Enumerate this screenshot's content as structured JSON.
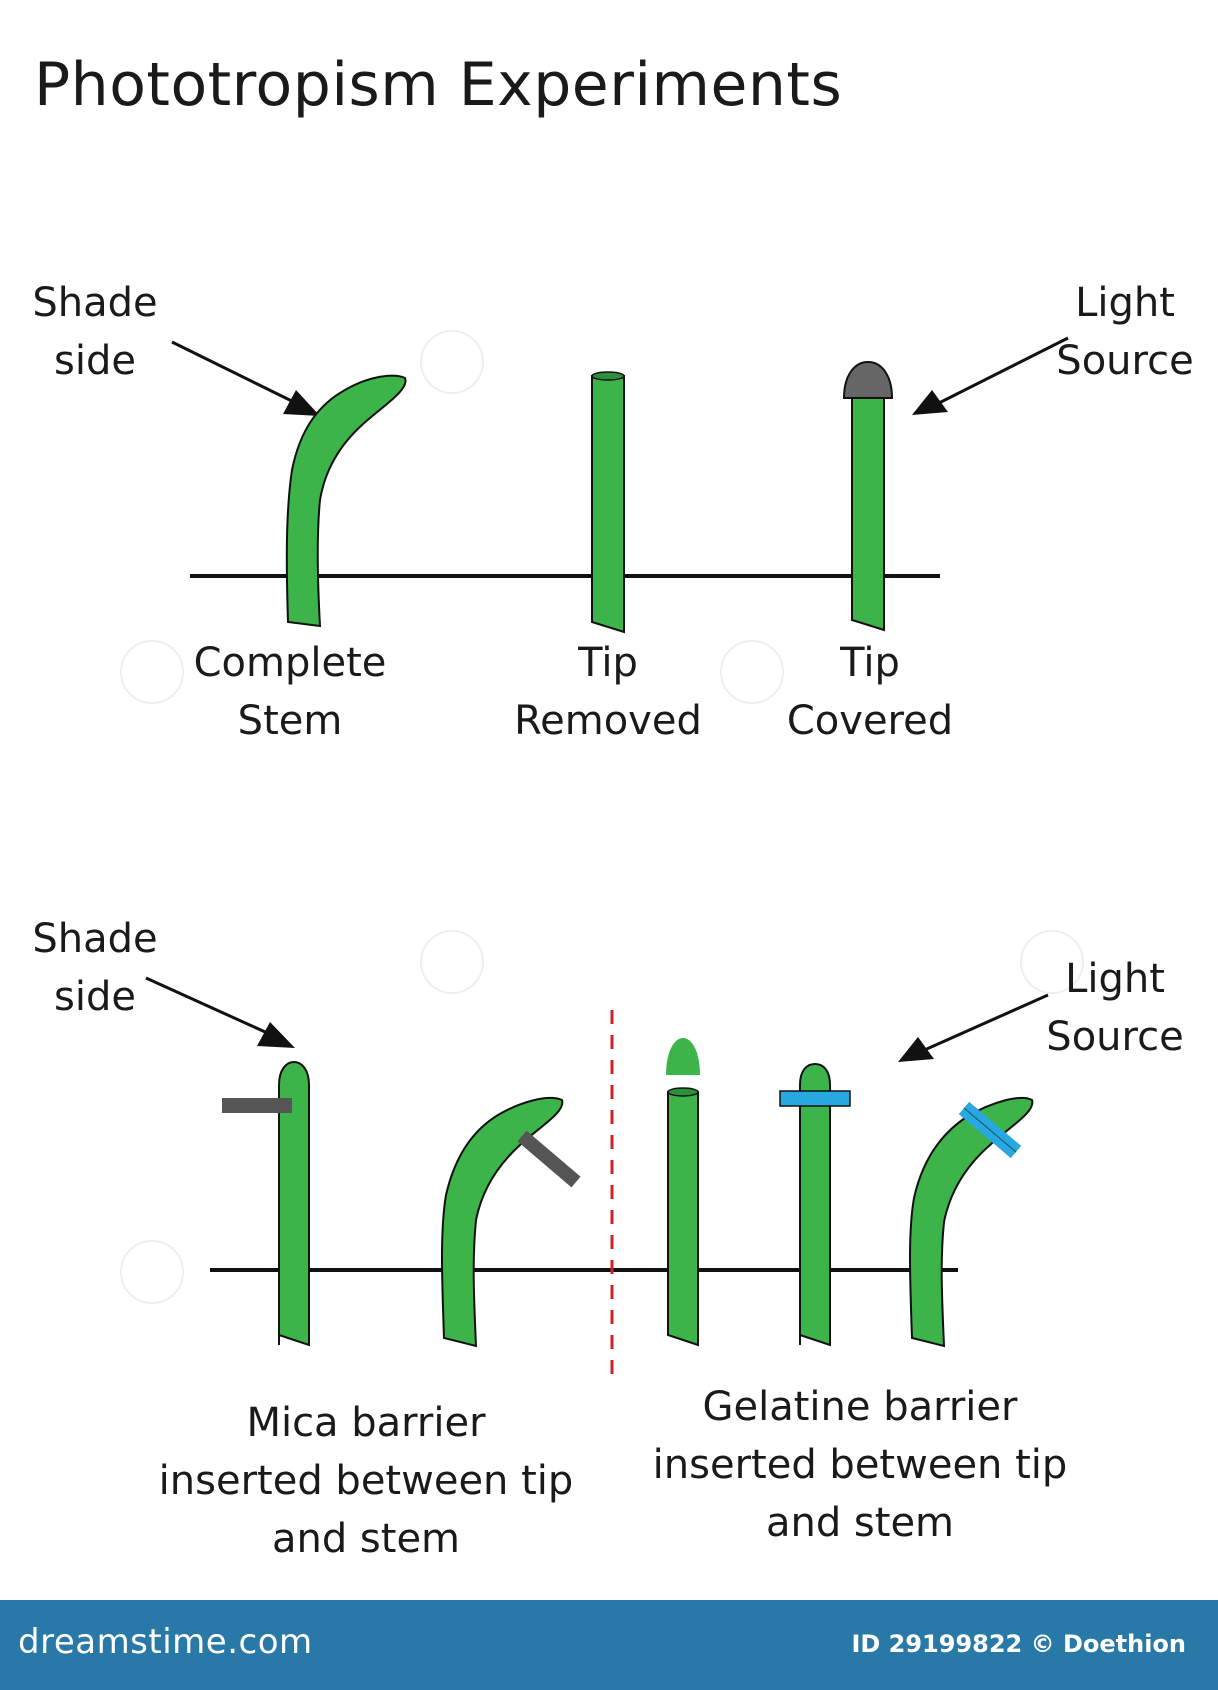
{
  "title": "Phototropism Experiments",
  "top_panel": {
    "shade_label": [
      "Shade",
      "side"
    ],
    "light_label": [
      "Light",
      "Source"
    ],
    "stems": [
      {
        "label": [
          "Complete",
          "Stem"
        ]
      },
      {
        "label": [
          "Tip",
          "Removed"
        ]
      },
      {
        "label": [
          "Tip",
          "Covered"
        ]
      }
    ]
  },
  "bottom_panel": {
    "shade_label": [
      "Shade",
      "side"
    ],
    "light_label": [
      "Light",
      "Source"
    ],
    "mica_caption": [
      "Mica barrier",
      "inserted between tip",
      "and stem"
    ],
    "gelatine_caption": [
      "Gelatine barrier",
      "inserted between tip",
      "and stem"
    ]
  },
  "colors": {
    "stem": "#3cb44a",
    "stem_outline": "#111111",
    "cap": "#666666",
    "mica": "#555555",
    "gelatine": "#28a8e0",
    "divider": "#d22222",
    "footer": "#2878a8"
  },
  "footer": {
    "brand": "dreamstime.com",
    "credit": "ID 29199822 © Doethion"
  }
}
